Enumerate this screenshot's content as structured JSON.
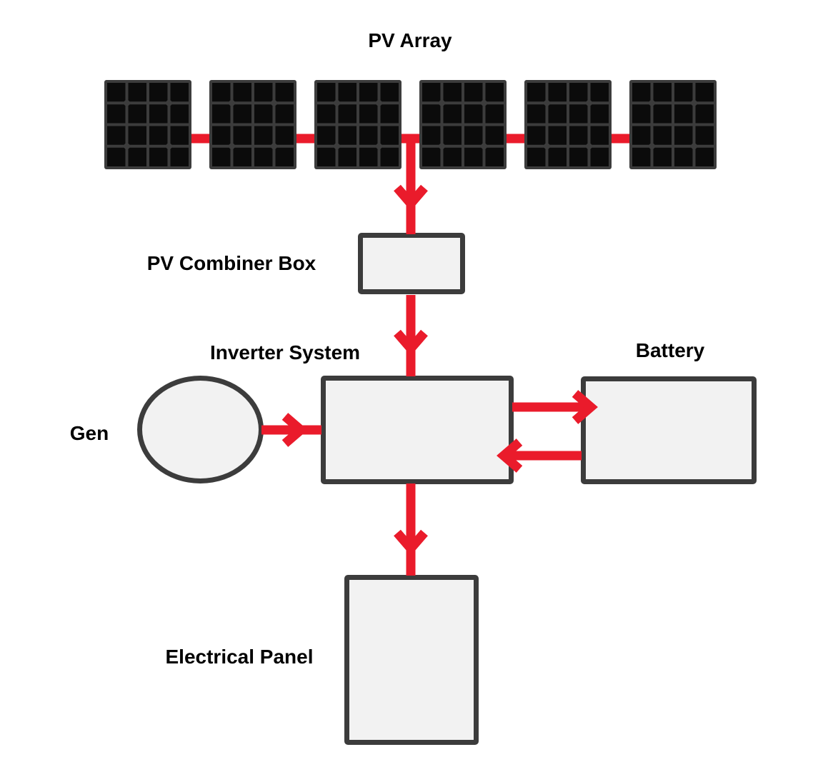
{
  "diagram": {
    "nodes": [
      {
        "id": "pv-array",
        "label": "PV Array",
        "shape": "solar-panel-array",
        "panel_count": 6
      },
      {
        "id": "pv-combiner-box",
        "label": "PV Combiner Box",
        "shape": "rectangle"
      },
      {
        "id": "inverter-system",
        "label": "Inverter System",
        "shape": "rectangle"
      },
      {
        "id": "battery",
        "label": "Battery",
        "shape": "rectangle"
      },
      {
        "id": "gen",
        "label": "Gen",
        "shape": "circle"
      },
      {
        "id": "electrical-panel",
        "label": "Electrical Panel",
        "shape": "rectangle"
      }
    ],
    "edges": [
      {
        "from": "pv-array",
        "to": "pv-combiner-box",
        "direction": "down"
      },
      {
        "from": "pv-combiner-box",
        "to": "inverter-system",
        "direction": "down"
      },
      {
        "from": "gen",
        "to": "inverter-system",
        "direction": "right"
      },
      {
        "from": "inverter-system",
        "to": "battery",
        "direction": "right"
      },
      {
        "from": "battery",
        "to": "inverter-system",
        "direction": "left"
      },
      {
        "from": "inverter-system",
        "to": "electrical-panel",
        "direction": "down"
      }
    ]
  },
  "colors": {
    "flow_red": "#EA1B2B",
    "outline_dark": "#3C3C3C",
    "node_fill": "#F2F2F2",
    "panel_cell_black": "#0B0B0B",
    "background": "#FFFFFF",
    "text": "#000000"
  }
}
